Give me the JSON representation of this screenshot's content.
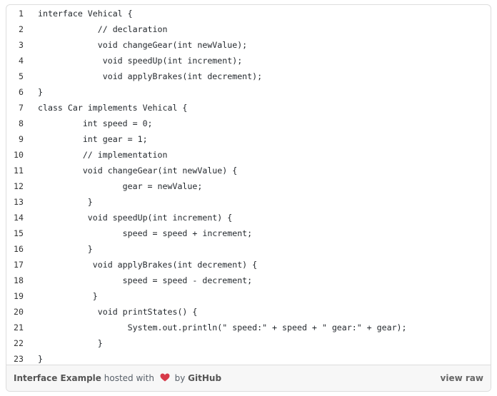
{
  "gist": {
    "lines": [
      {
        "num": "1",
        "text": "interface Vehical {"
      },
      {
        "num": "2",
        "text": "            // declaration"
      },
      {
        "num": "3",
        "text": "            void changeGear(int newValue);"
      },
      {
        "num": "4",
        "text": "             void speedUp(int increment);"
      },
      {
        "num": "5",
        "text": "             void applyBrakes(int decrement);"
      },
      {
        "num": "6",
        "text": "}"
      },
      {
        "num": "7",
        "text": "class Car implements Vehical {"
      },
      {
        "num": "8",
        "text": "         int speed = 0;"
      },
      {
        "num": "9",
        "text": "         int gear = 1;"
      },
      {
        "num": "10",
        "text": "         // implementation"
      },
      {
        "num": "11",
        "text": "         void changeGear(int newValue) {"
      },
      {
        "num": "12",
        "text": "                 gear = newValue;"
      },
      {
        "num": "13",
        "text": "          }"
      },
      {
        "num": "14",
        "text": "          void speedUp(int increment) {"
      },
      {
        "num": "15",
        "text": "                 speed = speed + increment;"
      },
      {
        "num": "16",
        "text": "          }"
      },
      {
        "num": "17",
        "text": "           void applyBrakes(int decrement) {"
      },
      {
        "num": "18",
        "text": "                 speed = speed - decrement;"
      },
      {
        "num": "19",
        "text": "           }"
      },
      {
        "num": "20",
        "text": "            void printStates() {"
      },
      {
        "num": "21",
        "text": "                  System.out.println(\" speed:\" + speed + \" gear:\" + gear);"
      },
      {
        "num": "22",
        "text": "            }"
      },
      {
        "num": "23",
        "text": "}"
      }
    ]
  },
  "footer": {
    "gist_name": "Interface Example",
    "hosted_with": "hosted with",
    "heart_icon": "heart-icon",
    "heart_color": "#d73a49",
    "by_text": "by",
    "github": "GitHub",
    "view_raw": "view raw"
  }
}
